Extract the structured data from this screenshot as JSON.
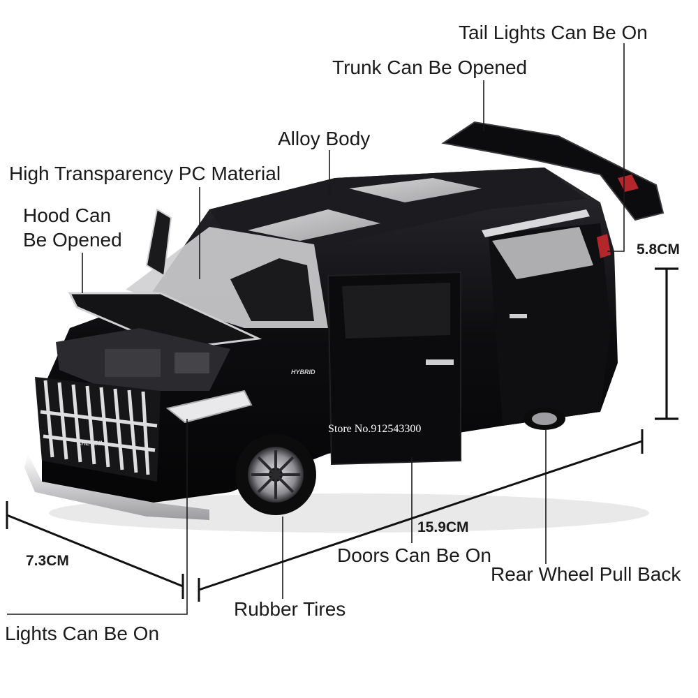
{
  "labels": {
    "tail_lights": "Tail Lights Can Be On",
    "trunk": "Trunk Can Be Opened",
    "alloy_body": "Alloy Body",
    "pc_material": "High Transparency PC Material",
    "hood_line1": "Hood Can",
    "hood_line2": "Be Opened",
    "doors": "Doors Can Be On",
    "rear_wheel": "Rear Wheel Pull Back",
    "rubber_tires": "Rubber Tires",
    "lights": "Lights Can Be On"
  },
  "dimensions": {
    "height": "5.8CM",
    "length": "15.9CM",
    "width": "7.3CM"
  },
  "store_text": "Store No.912543300",
  "badges": {
    "plate": "CHE ZHI",
    "side": "HYBRID"
  },
  "colors": {
    "body": "#0e0e10",
    "chrome": "#d9d9dc",
    "background": "#ffffff",
    "tail_light": "#b3262b"
  }
}
